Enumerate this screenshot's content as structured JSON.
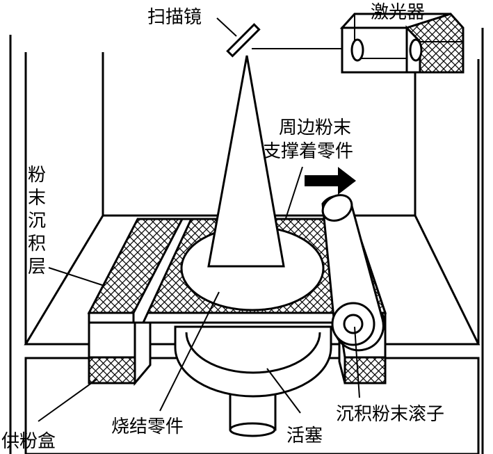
{
  "labels": {
    "scanner": "扫描镜",
    "laser": "激光器",
    "support_line1": "周边粉末",
    "support_line2": "支撑着零件",
    "layer": [
      "粉",
      "末",
      "沉",
      "积",
      "层"
    ],
    "feed_box": "供粉盒",
    "sintered_part": "烧结零件",
    "piston": "活塞",
    "roller": "沉积粉末滚子"
  },
  "colors": {
    "line": "#000000",
    "background": "#ffffff"
  }
}
